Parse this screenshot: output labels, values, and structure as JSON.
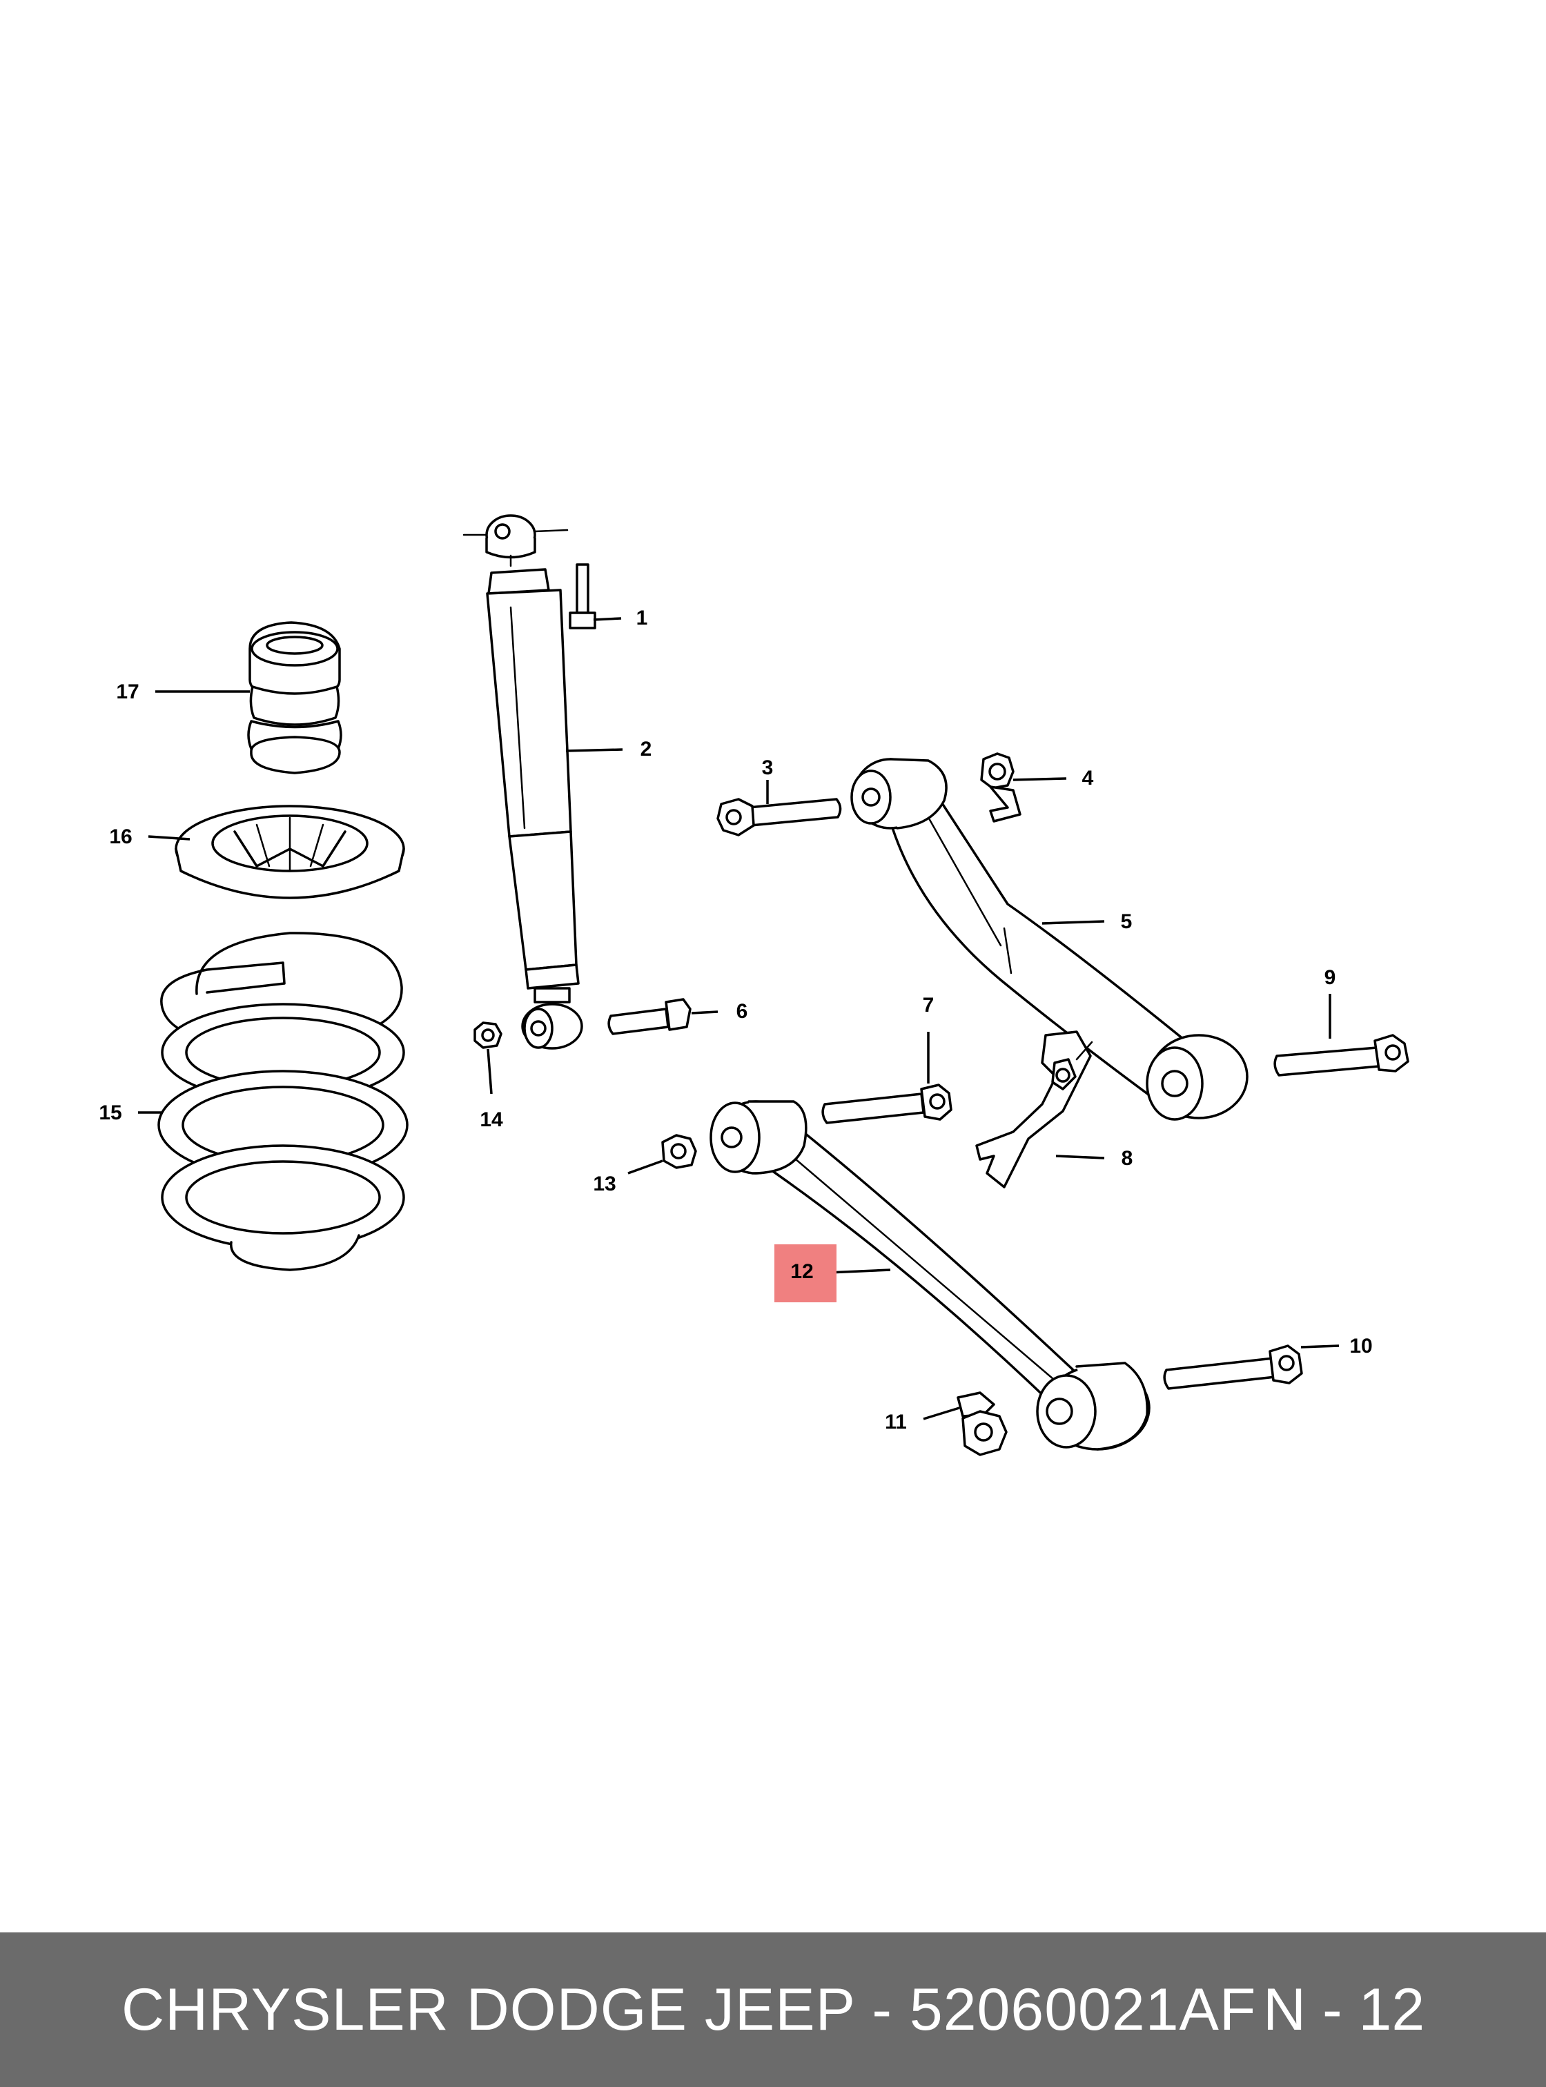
{
  "diagram": {
    "callouts": [
      "1",
      "2",
      "3",
      "4",
      "5",
      "6",
      "7",
      "8",
      "9",
      "10",
      "11",
      "12",
      "13",
      "14",
      "15",
      "16",
      "17"
    ],
    "highlighted_callout": "12",
    "highlight_color": "#f08080"
  },
  "footer": {
    "title": "CHRYSLER DODGE JEEP - 52060021AF",
    "code": "N - 12",
    "background": "#6b6b6b",
    "text_color": "#ffffff"
  }
}
